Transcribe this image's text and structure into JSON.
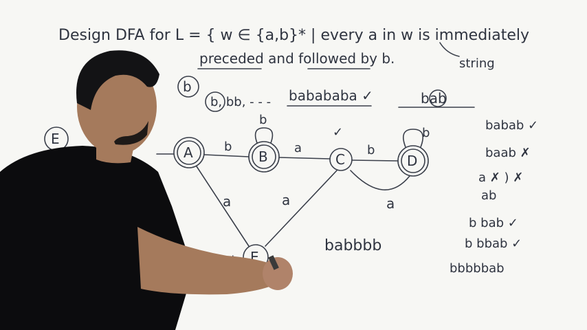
{
  "whiteboard": {
    "title_line1": "Design DFA for L = { w ∈ {a,b}* | every a in w is immediately",
    "title_line2": "preceded and followed by b.",
    "note_string": "string",
    "top_examples": {
      "b_single": "b",
      "bb_list": "b, bb, - - -",
      "babababa": "babababa ✓",
      "bab": "bab"
    },
    "states": {
      "A": "A",
      "B": "B",
      "C": "C",
      "D": "D",
      "E": "E"
    },
    "transitions": {
      "A_to_B": "b",
      "B_loop": "b",
      "B_to_C": "a",
      "C_to_D": "b",
      "D_loop": "b",
      "D_to_C": "a",
      "A_to_E": "a",
      "C_to_E": "a",
      "E_loop": "a, b"
    },
    "left_notes": {
      "E_left": "E"
    },
    "right_examples": [
      "babab ✓",
      "baab ✗",
      "a ✗ ) ✗",
      "ab",
      "b bab ✓",
      "b bbab ✓",
      "bbbbbab"
    ],
    "middle_example": "babbbb",
    "check_mark": "✓"
  }
}
